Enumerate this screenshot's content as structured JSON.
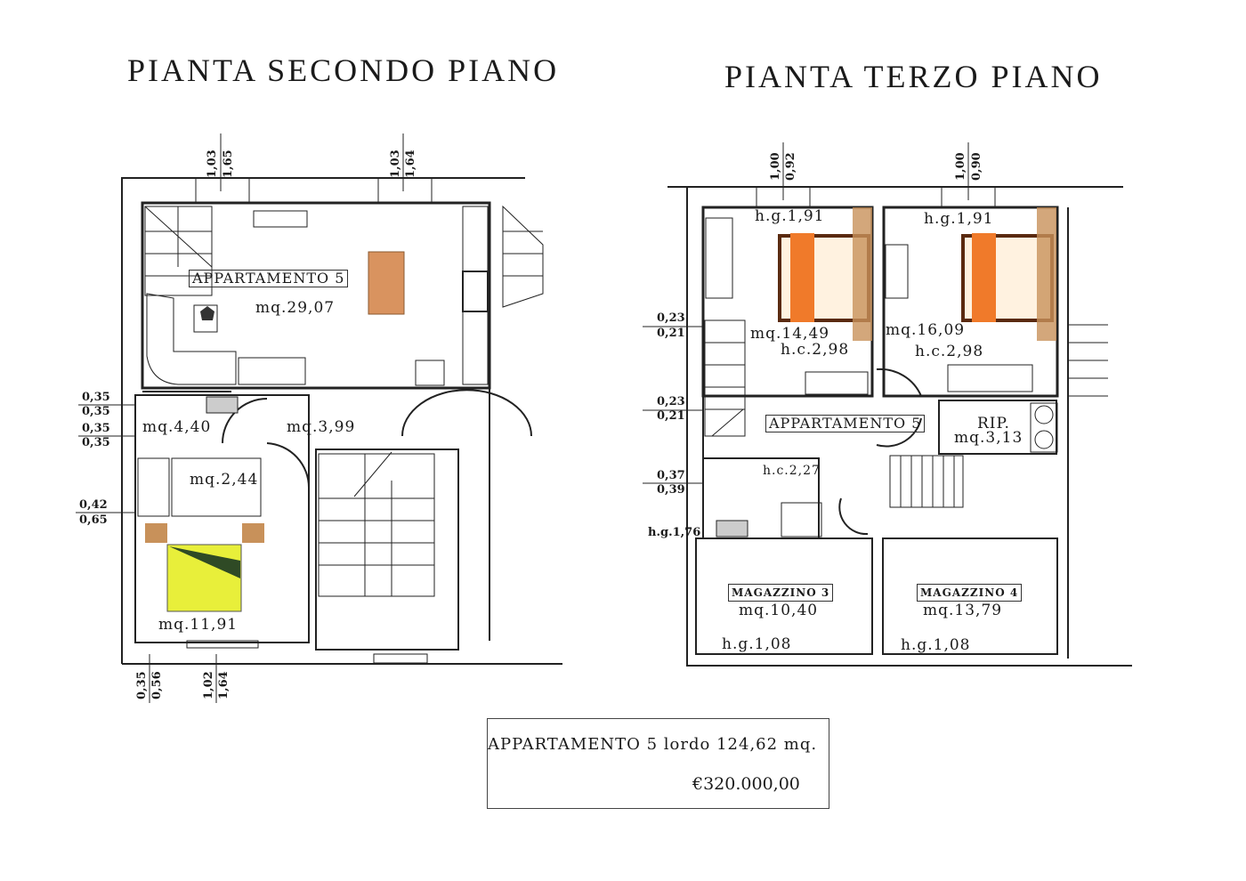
{
  "titles": {
    "left": "PIANTA SECONDO PIANO",
    "right": "PIANTA TERZO PIANO"
  },
  "left_plan": {
    "apartment_label": "APPARTAMENTO 5",
    "rooms": {
      "living": "mq.29,07",
      "bath": "mq.4,40",
      "hall": "mq.3,99",
      "closet": "mq.2,44",
      "bedroom": "mq.11,91"
    },
    "dims_side": [
      [
        "0,35",
        "0,35"
      ],
      [
        "0,35",
        "0,35"
      ],
      [
        "0,42",
        "0,65"
      ]
    ],
    "dims_top": [
      [
        "1,03",
        "1,65"
      ],
      [
        "1,03",
        "1,64"
      ]
    ],
    "dims_bottom": [
      [
        "0,35",
        "0,56"
      ],
      [
        "1,02",
        "1,64"
      ]
    ]
  },
  "right_plan": {
    "apartment_label": "APPARTAMENTO 5",
    "rooms": {
      "bed1_hg": "h.g.1,91",
      "bed1_area": "mq.14,49",
      "bed1_hc": "h.c.2,98",
      "bed2_hg": "h.g.1,91",
      "bed2_area": "mq.16,09",
      "bed2_hc": "h.c.2,98",
      "rip_label": "RIP.",
      "rip_area": "mq.3,13",
      "bath_hc": "h.c.2,27",
      "bath_hg": "h.g.1,76",
      "mag3_label": "MAGAZZINO 3",
      "mag3_area": "mq.10,40",
      "mag3_hg": "h.g.1,08",
      "mag4_label": "MAGAZZINO 4",
      "mag4_area": "mq.13,79",
      "mag4_hg": "h.g.1,08"
    },
    "dims_side": [
      [
        "0,23",
        "0,21"
      ],
      [
        "0,23",
        "0,21"
      ],
      [
        "0,37",
        "0,39"
      ]
    ],
    "dims_top": [
      [
        "1,00",
        "0,92"
      ],
      [
        "1,00",
        "0,90"
      ]
    ]
  },
  "summary": {
    "line1": "APPARTAMENTO 5 lordo 124,62 mq.",
    "price": "€320.000,00"
  },
  "colors": {
    "wall": "#222222",
    "bed_yellow": "#e8ef3a",
    "bed_orange": "#f07a2a",
    "table": "#d9935f",
    "wood": "#c8915a"
  }
}
